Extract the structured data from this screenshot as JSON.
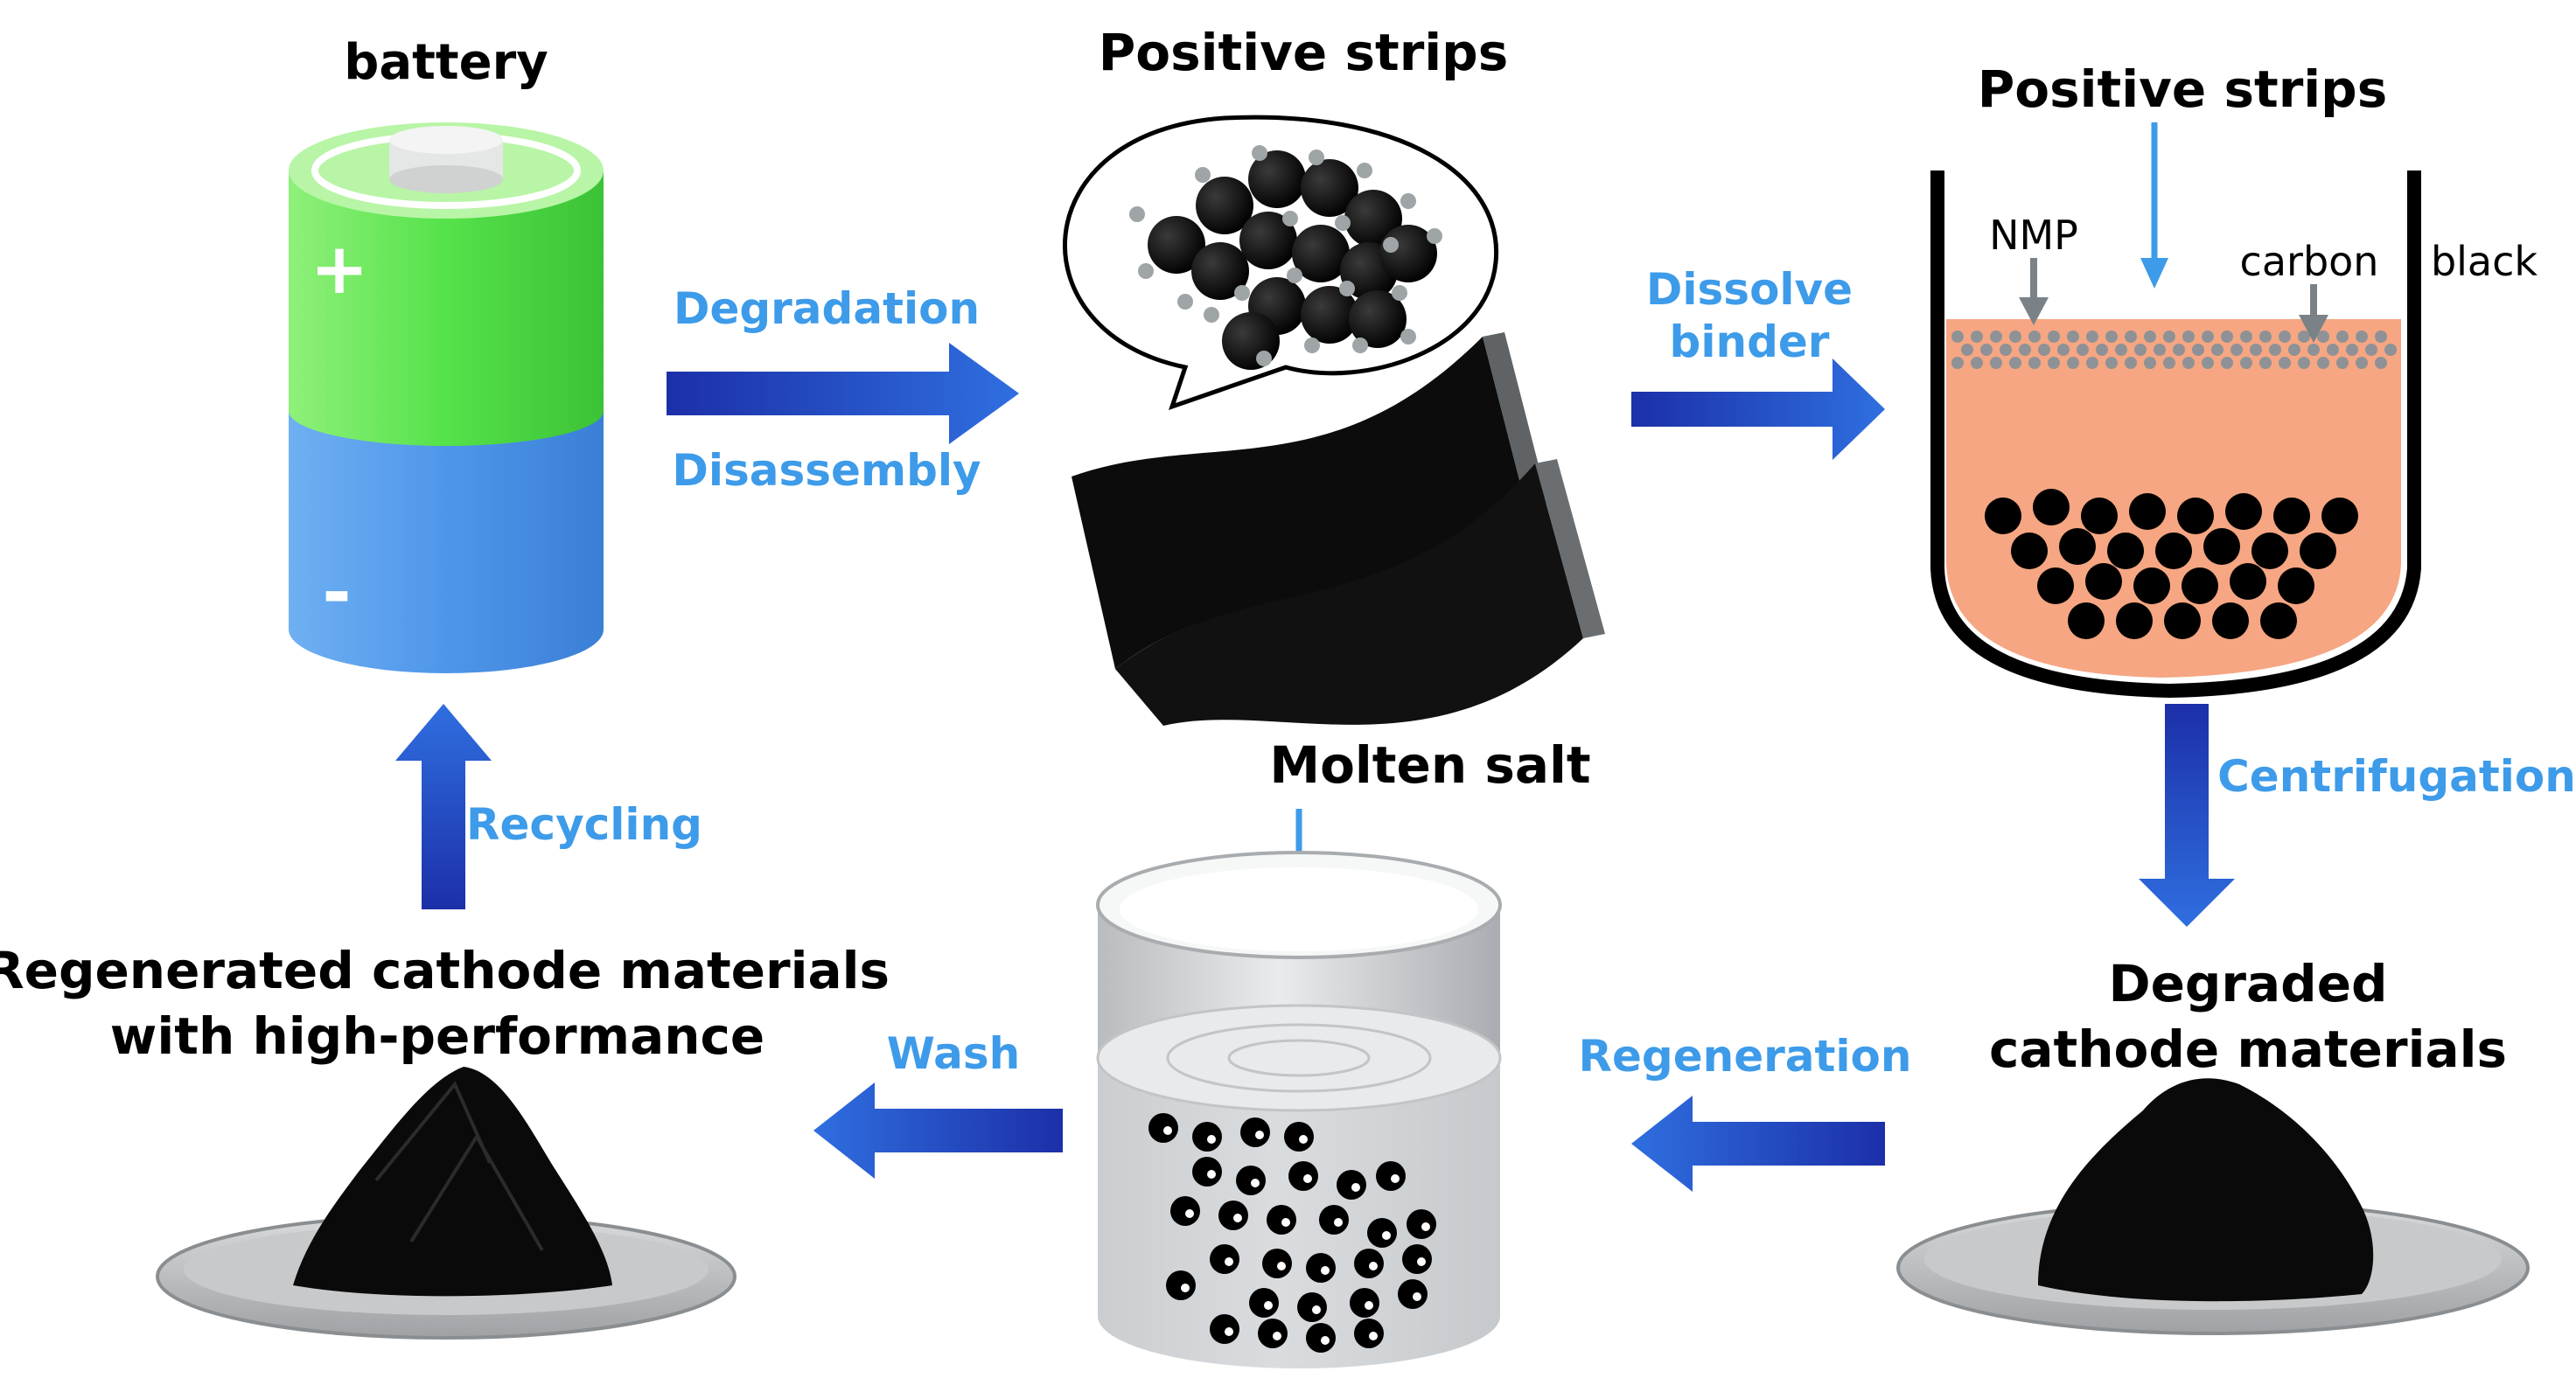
{
  "colors": {
    "step_text": "#3d9be9",
    "arrow_dark": "#1c2fa8",
    "arrow_light": "#2f6fe0",
    "battery_top": "#55e24a",
    "battery_bottom": "#4f96ea",
    "solution": "#f6a682",
    "pointer": "#3d9be9",
    "gray_pointer": "#7a8288"
  },
  "stages": {
    "battery": {
      "title": "battery",
      "plus": "+",
      "minus": "-"
    },
    "strips": {
      "title": "Positive strips"
    },
    "beaker": {
      "title": "Positive strips",
      "nmp_label": "NMP",
      "carbon_label": "carbon",
      "black_label": "black"
    },
    "degraded": {
      "title_line1": "Degraded",
      "title_line2": "cathode materials"
    },
    "molten": {
      "title": "Molten salt"
    },
    "regenerated": {
      "title_line1": "Regenerated cathode materials",
      "title_line2": "with high-performance"
    }
  },
  "steps": {
    "degradation": "Degradation",
    "disassembly": "Disassembly",
    "dissolve_line1": "Dissolve",
    "dissolve_line2": "binder",
    "centrifugation": "Centrifugation",
    "regeneration": "Regeneration",
    "wash": "Wash",
    "recycling": "Recycling"
  }
}
